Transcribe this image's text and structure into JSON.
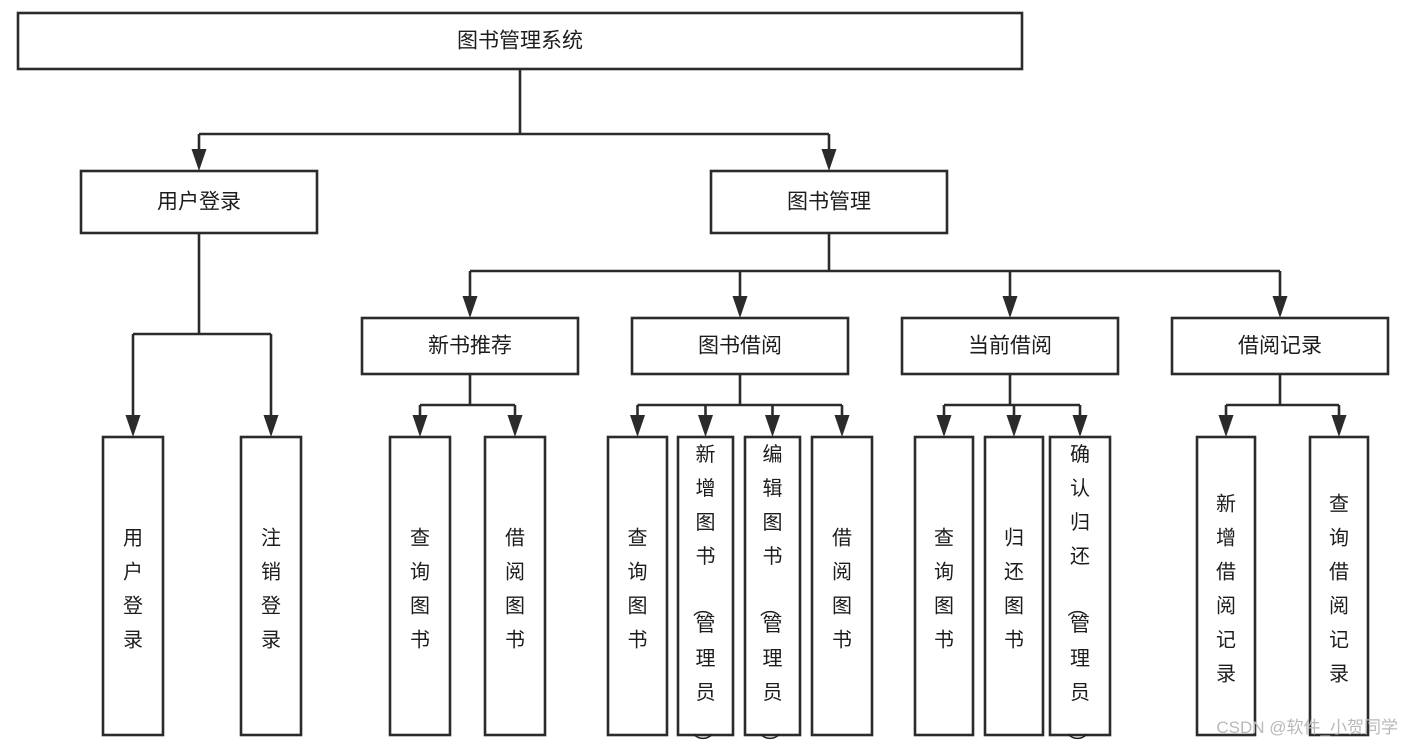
{
  "diagram": {
    "title": "图书管理系统",
    "type": "tree-hierarchy-chart",
    "orientation": "top-down",
    "colors": {
      "box_fill": "#ffffff",
      "box_stroke": "#2b2b2b",
      "text": "#1d1d1d",
      "background": "#ffffff",
      "watermark": "#b9b9b9"
    },
    "levels": [
      {
        "level": 1,
        "nodes": [
          {
            "id": "root",
            "label": "图书管理系统",
            "text_orientation": "horizontal"
          }
        ]
      },
      {
        "level": 2,
        "nodes": [
          {
            "id": "user-login",
            "label": "用户登录",
            "text_orientation": "horizontal",
            "parent": "root"
          },
          {
            "id": "book-manage",
            "label": "图书管理",
            "text_orientation": "horizontal",
            "parent": "root"
          }
        ]
      },
      {
        "level": 3,
        "nodes": [
          {
            "id": "new-book-rec",
            "label": "新书推荐",
            "text_orientation": "horizontal",
            "parent": "book-manage"
          },
          {
            "id": "book-borrow",
            "label": "图书借阅",
            "text_orientation": "horizontal",
            "parent": "book-manage"
          },
          {
            "id": "current-borrow",
            "label": "当前借阅",
            "text_orientation": "horizontal",
            "parent": "book-manage"
          },
          {
            "id": "borrow-record",
            "label": "借阅记录",
            "text_orientation": "horizontal",
            "parent": "book-manage"
          }
        ]
      },
      {
        "level": 4,
        "nodes": [
          {
            "id": "leaf-1",
            "label": "用户登录",
            "text_orientation": "vertical",
            "parent": "user-login"
          },
          {
            "id": "leaf-2",
            "label": "注销登录",
            "text_orientation": "vertical",
            "parent": "user-login"
          },
          {
            "id": "leaf-3",
            "label": "查询图书",
            "text_orientation": "vertical",
            "parent": "new-book-rec"
          },
          {
            "id": "leaf-4",
            "label": "借阅图书",
            "text_orientation": "vertical",
            "parent": "new-book-rec"
          },
          {
            "id": "leaf-5",
            "label": "查询图书",
            "text_orientation": "vertical",
            "parent": "book-borrow"
          },
          {
            "id": "leaf-6",
            "label": "新增图书（管理员）",
            "text_orientation": "vertical",
            "parent": "book-borrow"
          },
          {
            "id": "leaf-7",
            "label": "编辑图书（管理员）",
            "text_orientation": "vertical",
            "parent": "book-borrow"
          },
          {
            "id": "leaf-8",
            "label": "借阅图书",
            "text_orientation": "vertical",
            "parent": "book-borrow"
          },
          {
            "id": "leaf-9",
            "label": "查询图书",
            "text_orientation": "vertical",
            "parent": "current-borrow"
          },
          {
            "id": "leaf-10",
            "label": "归还图书",
            "text_orientation": "vertical",
            "parent": "current-borrow"
          },
          {
            "id": "leaf-11",
            "label": "确认归还（管理员）",
            "text_orientation": "vertical",
            "parent": "current-borrow"
          },
          {
            "id": "leaf-12",
            "label": "新增借阅记录",
            "text_orientation": "vertical",
            "parent": "borrow-record"
          },
          {
            "id": "leaf-13",
            "label": "查询借阅记录",
            "text_orientation": "vertical",
            "parent": "borrow-record"
          }
        ]
      }
    ]
  },
  "watermark": {
    "text": "CSDN @软件_小贺同学"
  }
}
